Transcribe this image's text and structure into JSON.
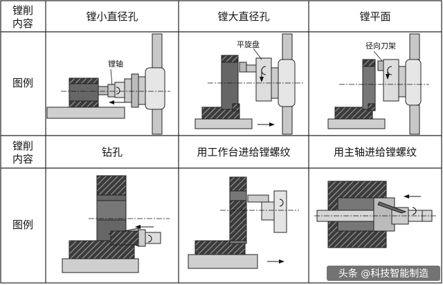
{
  "headers_top": {
    "row_label_1": "镗削",
    "row_label_2": "内容",
    "col1": "镗小直径孔",
    "col2": "镗大直径孔",
    "col3": "镗平面"
  },
  "headers_bottom": {
    "row_label_1": "镗削",
    "row_label_2": "内容",
    "col1": "钻孔",
    "col2": "用工作台进给镗螺纹",
    "col3": "用主轴进给镗螺纹"
  },
  "figure_label_top": "图例",
  "figure_label_bottom": "图例",
  "callouts": {
    "boring_bar": "镗轴",
    "facing_head": "平旋盘",
    "radial_tool_holder": "径向刀架"
  },
  "watermark": "头条 @科技智能制造"
}
